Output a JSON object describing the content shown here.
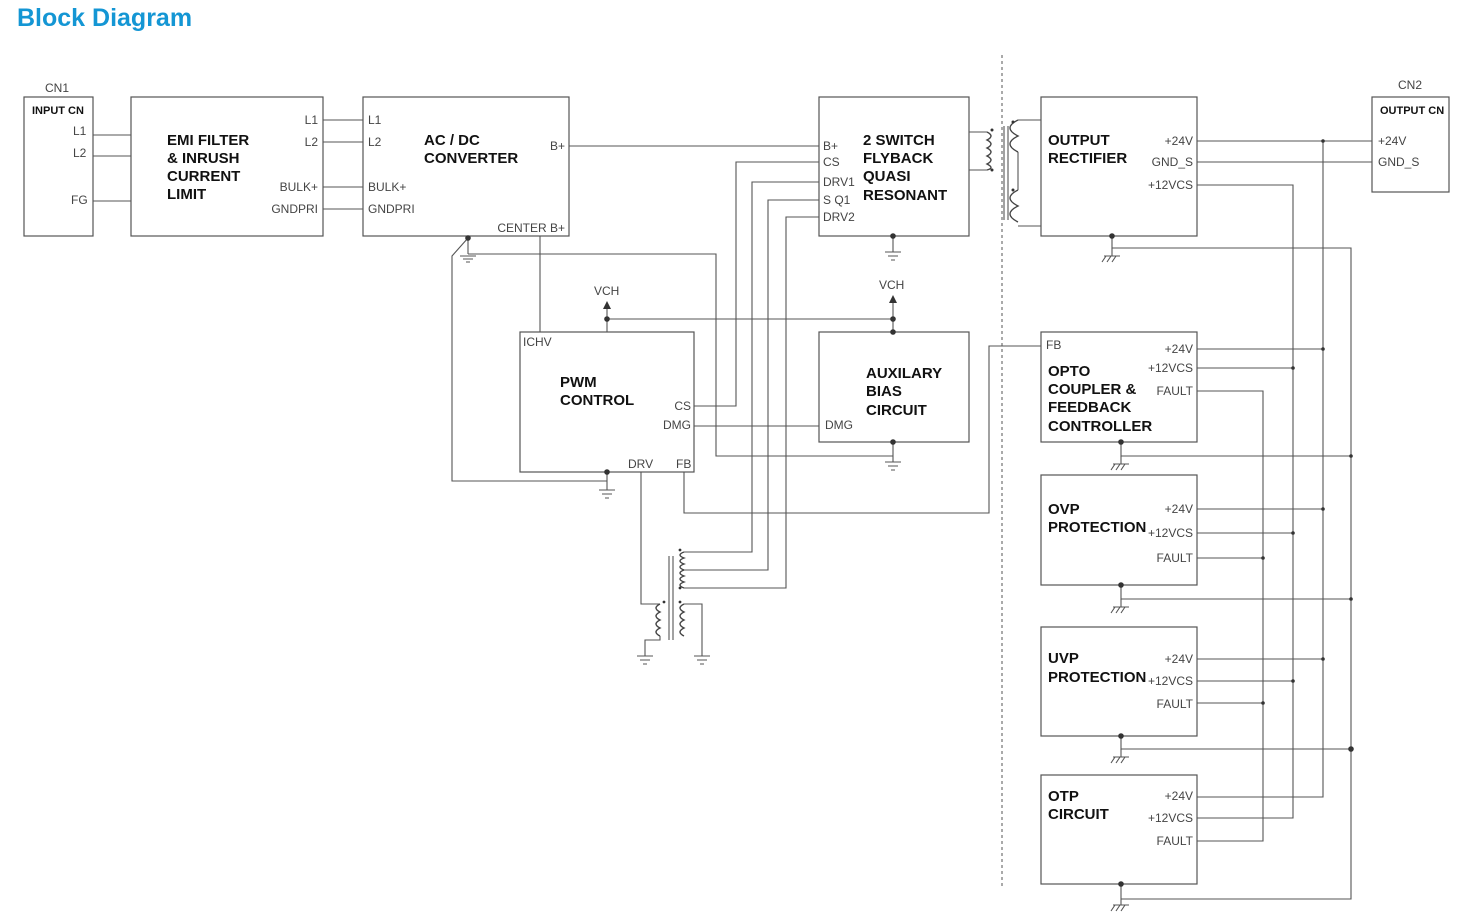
{
  "title": "Block Diagram",
  "colors": {
    "title": "#1496d4",
    "line": "#555555",
    "text": "#111111"
  },
  "connectors": {
    "cn1": {
      "ref": "CN1",
      "name": "INPUT CN",
      "pins": [
        "L1",
        "L2",
        "FG"
      ]
    },
    "cn2": {
      "ref": "CN2",
      "name": "OUTPUT CN",
      "pins": [
        "+24V",
        "GND_S"
      ]
    }
  },
  "blocks": {
    "emi": {
      "lines": [
        "EMI FILTER",
        "& INRUSH",
        "CURRENT",
        "LIMIT"
      ],
      "pins": [
        "L1",
        "L2",
        "BULK+",
        "GNDPRI"
      ]
    },
    "acdc": {
      "lines": [
        "AC / DC",
        "CONVERTER"
      ],
      "pins": [
        "L1",
        "L2",
        "BULK+",
        "GNDPRI",
        "B+",
        "CENTER B+"
      ]
    },
    "flyback": {
      "lines": [
        "2 SWITCH",
        "FLYBACK",
        "QUASI",
        "RESONANT"
      ],
      "pins": [
        "B+",
        "CS",
        "DRV1",
        "S Q1",
        "DRV2"
      ]
    },
    "rectifier": {
      "lines": [
        "OUTPUT",
        "RECTIFIER"
      ],
      "pins": [
        "+24V",
        "GND_S",
        "+12VCS"
      ]
    },
    "pwm": {
      "lines": [
        "PWM",
        "CONTROL"
      ],
      "pins": [
        "ICHV",
        "CS",
        "DMG",
        "DRV",
        "FB"
      ]
    },
    "aux": {
      "lines": [
        "AUXILARY",
        "BIAS",
        "CIRCUIT"
      ],
      "pins": [
        "DMG"
      ]
    },
    "opto": {
      "lines": [
        "OPTO",
        "COUPLER &",
        "FEEDBACK",
        "CONTROLLER"
      ],
      "pins": [
        "FB",
        "+24V",
        "+12VCS",
        "FAULT"
      ]
    },
    "ovp": {
      "lines": [
        "OVP",
        "PROTECTION"
      ],
      "pins": [
        "+24V",
        "+12VCS",
        "FAULT"
      ]
    },
    "uvp": {
      "lines": [
        "UVP",
        "PROTECTION"
      ],
      "pins": [
        "+24V",
        "+12VCS",
        "FAULT"
      ]
    },
    "otp": {
      "lines": [
        "OTP",
        "CIRCUIT"
      ],
      "pins": [
        "+24V",
        "+12VCS",
        "FAULT"
      ]
    }
  },
  "rails": {
    "vch_left": "VCH",
    "vch_right": "VCH"
  }
}
